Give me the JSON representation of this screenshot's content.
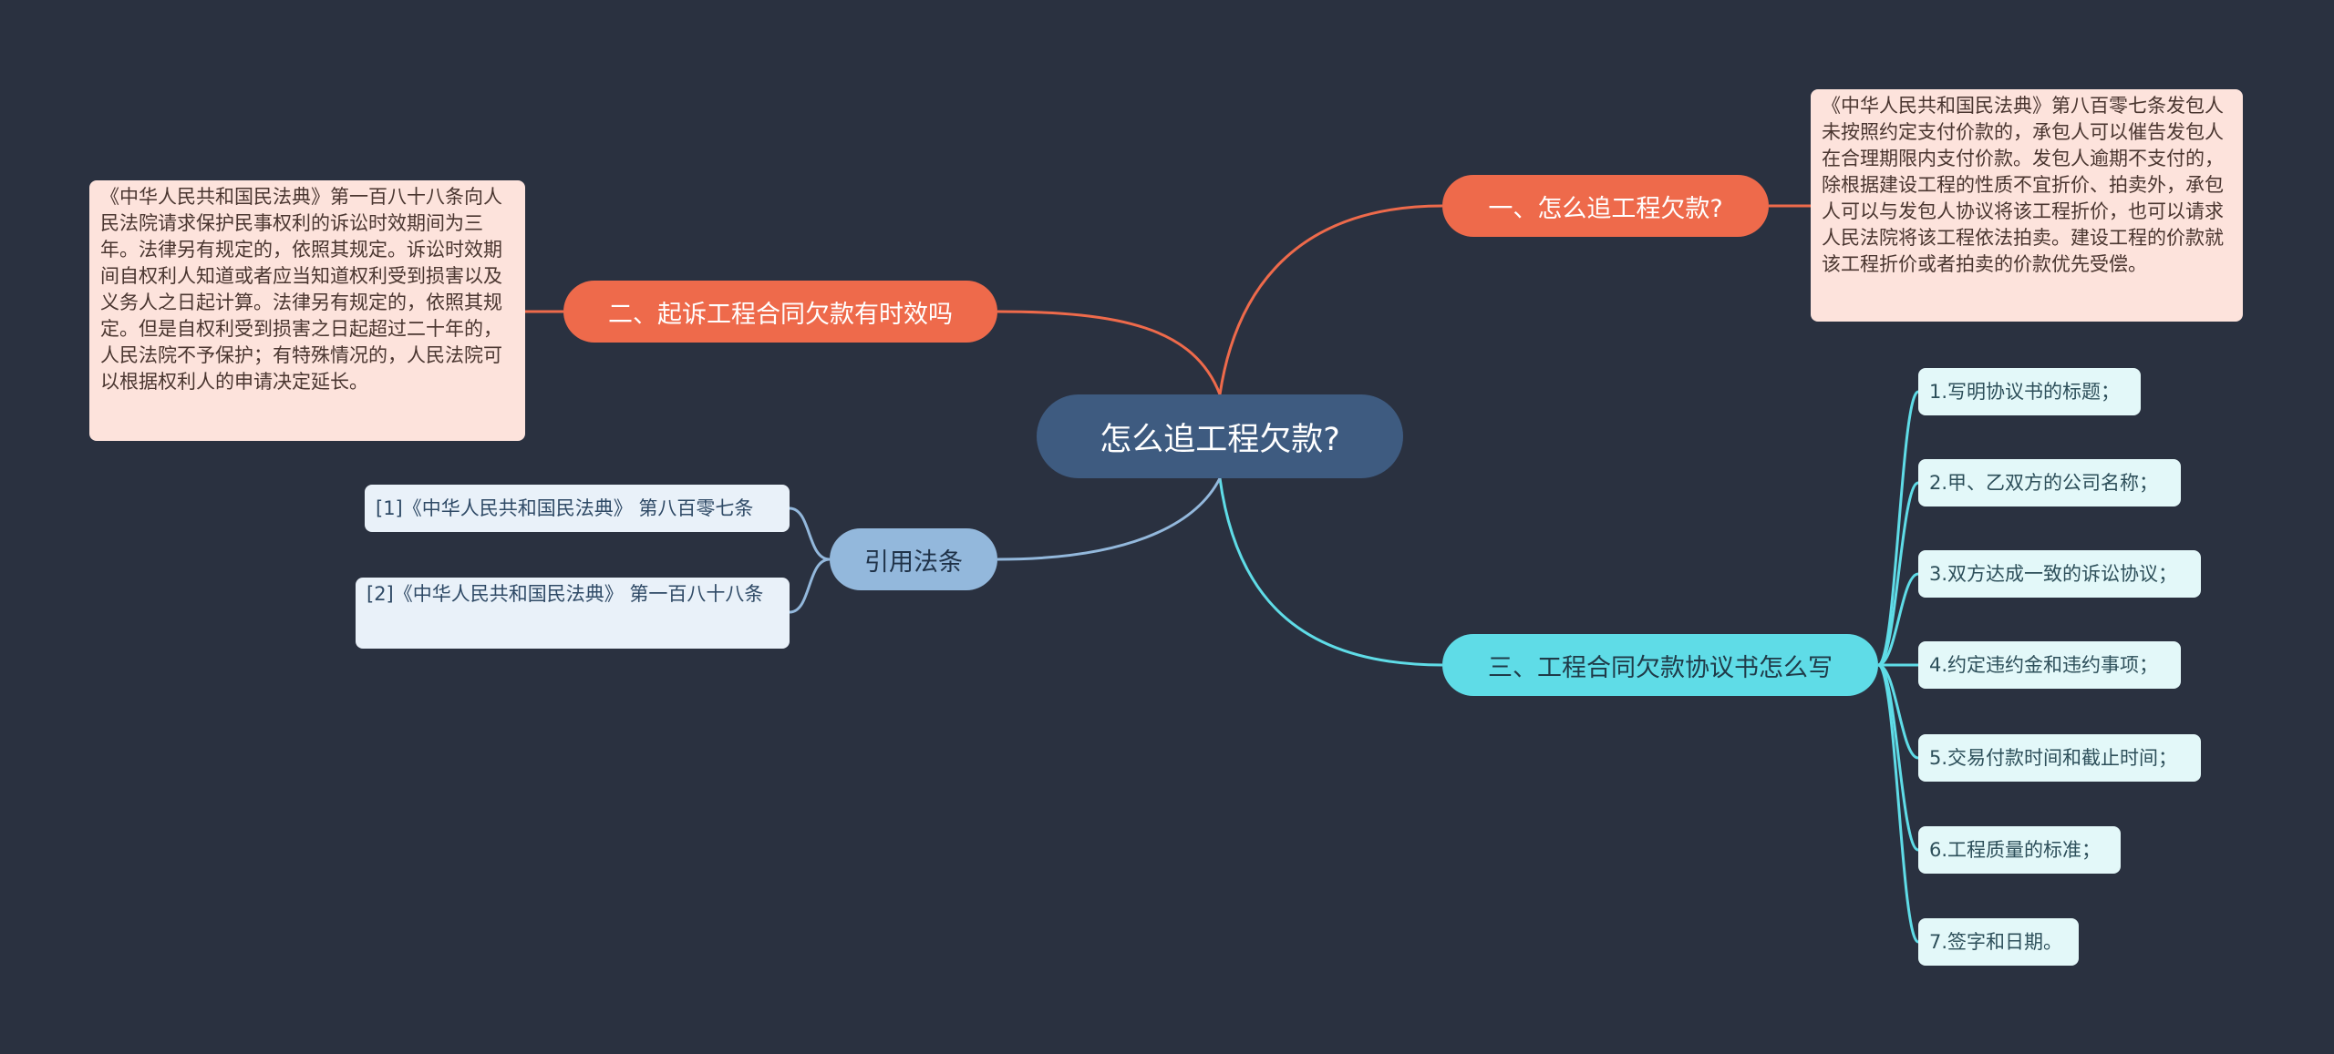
{
  "root": {
    "label": "怎么追工程欠款?"
  },
  "branches": {
    "b1": {
      "label": "一、怎么追工程欠款?"
    },
    "b2": {
      "label": "二、起诉工程合同欠款有时效吗"
    },
    "b3": {
      "label": "三、工程合同欠款协议书怎么写"
    },
    "b4": {
      "label": "引用法条"
    }
  },
  "leaves": {
    "b1_text": "《中华人民共和国民法典》第八百零七条发包人未按照约定支付价款的，承包人可以催告发包人在合理期限内支付价款。发包人逾期不支付的，除根据建设工程的性质不宜折价、拍卖外，承包人可以与发包人协议将该工程折价，也可以请求人民法院将该工程依法拍卖。建设工程的价款就该工程折价或者拍卖的价款优先受偿。",
    "b2_text": "《中华人民共和国民法典》第一百八十八条向人民法院请求保护民事权利的诉讼时效期间为三年。法律另有规定的，依照其规定。诉讼时效期间自权利人知道或者应当知道权利受到损害以及义务人之日起计算。法律另有规定的，依照其规定。但是自权利受到损害之日起超过二十年的，人民法院不予保护；有特殊情况的，人民法院可以根据权利人的申请决定延长。",
    "b3_items": [
      "1.写明协议书的标题；",
      "2.甲、乙双方的公司名称；",
      "3.双方达成一致的诉讼协议；",
      "4.约定违约金和违约事项；",
      "5.交易付款时间和截止时间；",
      "6.工程质量的标准；",
      "7.签字和日期。"
    ],
    "b4_items": [
      "[1]《中华人民共和国民法典》 第八百零七条",
      "[2]《中华人民共和国民法典》 第一百八十八条"
    ]
  },
  "colors": {
    "background": "#2a3140",
    "root": "#3e5b80",
    "orange": "#ee6a4b",
    "cyan": "#5fdce7",
    "blue": "#93b8dc"
  }
}
